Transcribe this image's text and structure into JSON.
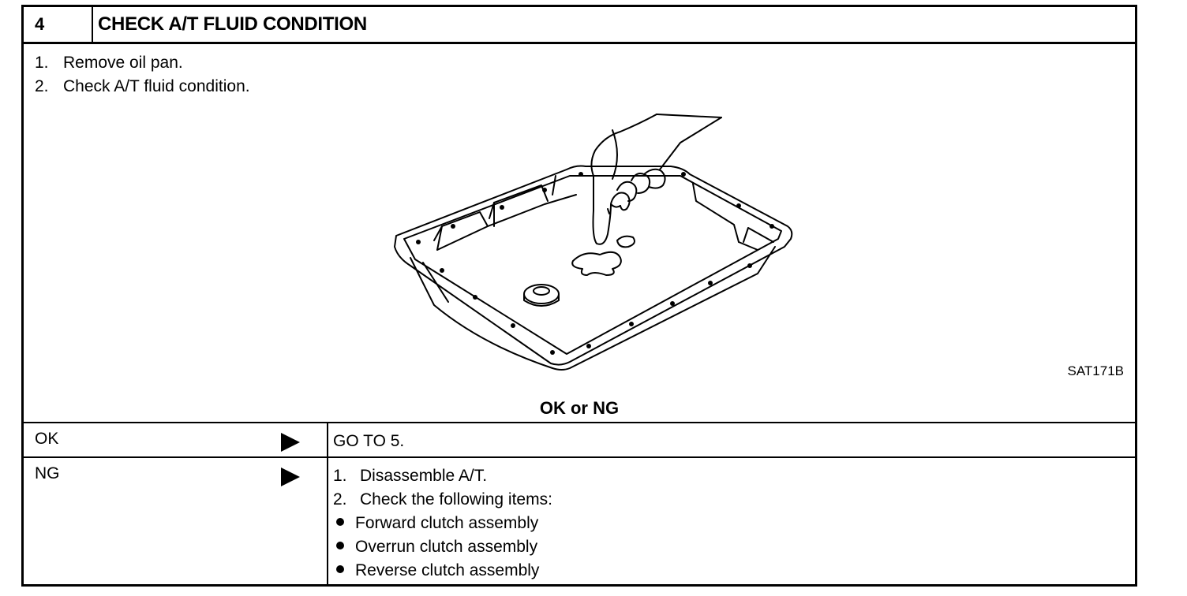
{
  "step": {
    "number": "4",
    "title": "CHECK A/T FLUID CONDITION"
  },
  "instructions": [
    {
      "num": "1.",
      "text": "Remove oil pan."
    },
    {
      "num": "2.",
      "text": "Check A/T fluid condition."
    }
  ],
  "figure": {
    "code": "SAT171B",
    "icon": "oil-pan-fluid-check-illustration"
  },
  "decision_label": "OK or NG",
  "results": {
    "ok": {
      "label": "OK",
      "action": "GO TO 5."
    },
    "ng": {
      "label": "NG",
      "steps": [
        {
          "num": "1.",
          "text": "Disassemble A/T."
        },
        {
          "num": "2.",
          "text": "Check the following items:"
        }
      ],
      "items": [
        "Forward clutch assembly",
        "Overrun clutch assembly",
        "Reverse clutch assembly"
      ]
    }
  }
}
